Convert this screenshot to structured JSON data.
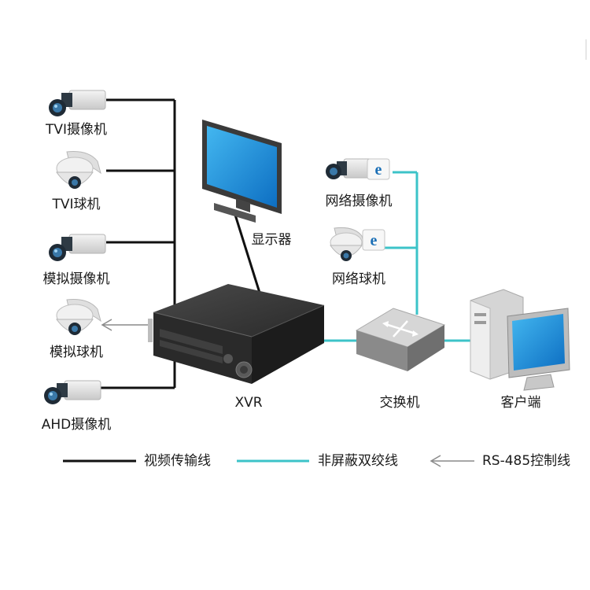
{
  "diagram": {
    "devices": {
      "tvi_camera": "TVI摄像机",
      "tvi_dome": "TVI球机",
      "analog_camera": "模拟摄像机",
      "analog_dome": "模拟球机",
      "ahd_camera": "AHD摄像机",
      "monitor": "显示器",
      "xvr": "XVR",
      "ip_camera": "网络摄像机",
      "ip_dome": "网络球机",
      "switch": "交换机",
      "client": "客户端"
    },
    "legend": [
      {
        "label": "视频传输线",
        "color": "#111111",
        "style": "solid"
      },
      {
        "label": "非屏蔽双绞线",
        "color": "#3cc3c8",
        "style": "solid"
      },
      {
        "label": "RS-485控制线",
        "color": "#8a8a8a",
        "style": "arrow"
      }
    ],
    "colors": {
      "video_line": "#111111",
      "utp_line": "#3cc3c8",
      "rs485_line": "#8a8a8a",
      "screen_blue": "#1a88d8"
    }
  }
}
